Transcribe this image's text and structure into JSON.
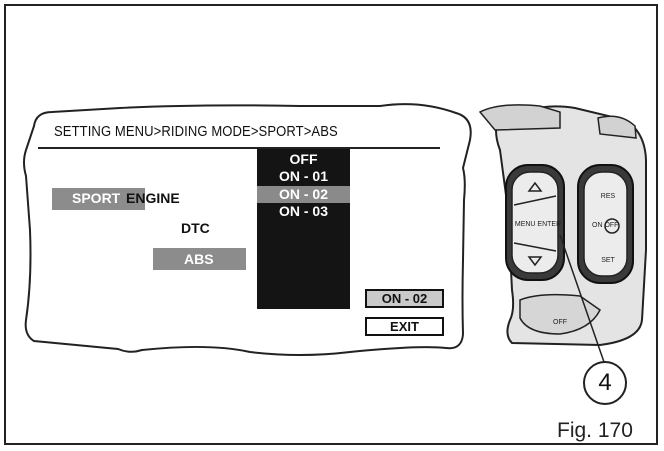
{
  "breadcrumb": "SETTING MENU>RIDING MODE>SPORT>ABS",
  "menu": {
    "sport": "SPORT",
    "engine": "ENGINE",
    "dtc": "DTC",
    "abs": "ABS"
  },
  "options": [
    {
      "label": "OFF",
      "selected": false
    },
    {
      "label": "ON - 01",
      "selected": false
    },
    {
      "label": "ON - 02",
      "selected": true
    },
    {
      "label": "ON - 03",
      "selected": false
    }
  ],
  "buttons": {
    "current_value": "ON - 02",
    "exit": "EXIT"
  },
  "controls": {
    "menu_enter": "MENU ENTER",
    "on_off": "ON OFF",
    "res": "RES",
    "set": "SET",
    "off": "OFF"
  },
  "callout_number": "4",
  "figure_label": "Fig. 170"
}
